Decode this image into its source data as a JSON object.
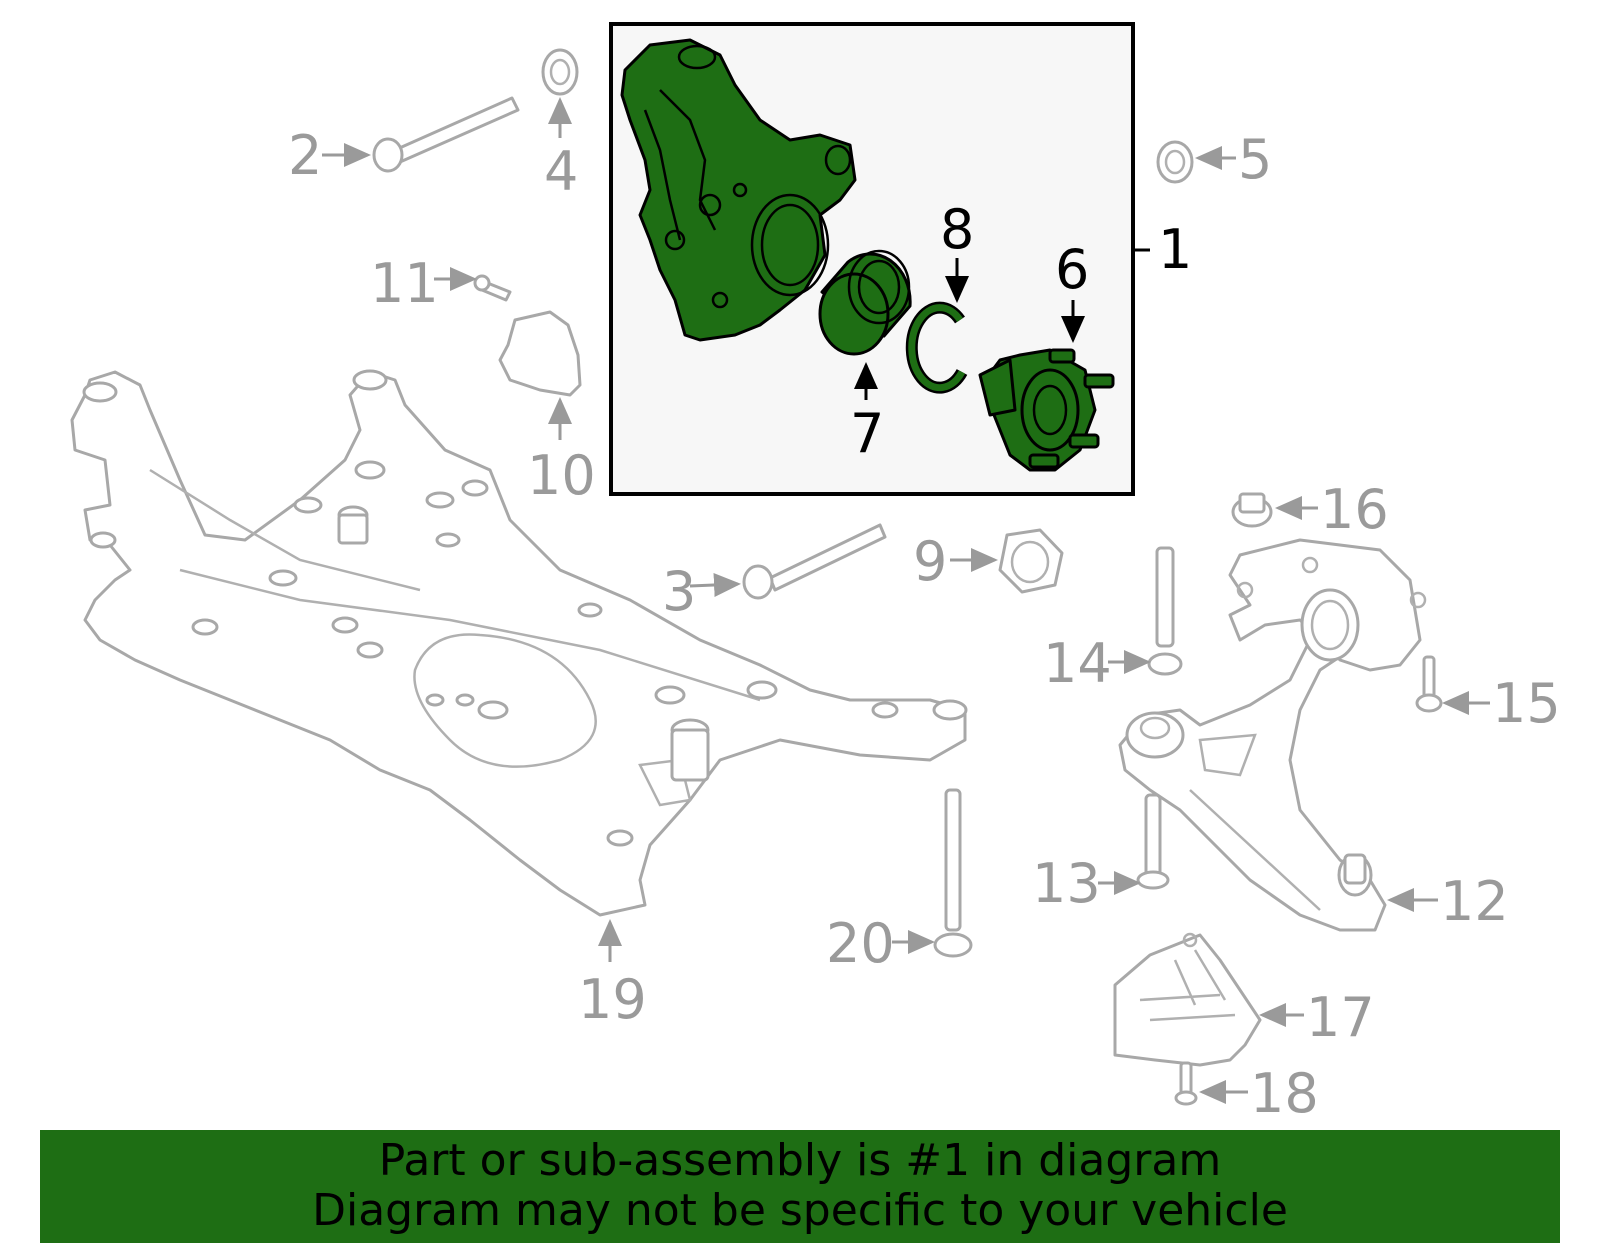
{
  "colors": {
    "highlight": "#1e6e14",
    "footer_bg": "#1e6e14",
    "box_bg": "#f7f7f7",
    "callout_gray": "#9a9a9a",
    "callout_black": "#000000"
  },
  "callouts": {
    "c1": "1",
    "c2": "2",
    "c3": "3",
    "c4": "4",
    "c5": "5",
    "c6": "6",
    "c7": "7",
    "c8": "8",
    "c9": "9",
    "c10": "10",
    "c11": "11",
    "c12": "12",
    "c13": "13",
    "c14": "14",
    "c15": "15",
    "c16": "16",
    "c17": "17",
    "c18": "18",
    "c19": "19",
    "c20": "20"
  },
  "footer": {
    "line1": "Part or sub-assembly is #1 in diagram",
    "line2": "Diagram may not be specific to your vehicle"
  }
}
